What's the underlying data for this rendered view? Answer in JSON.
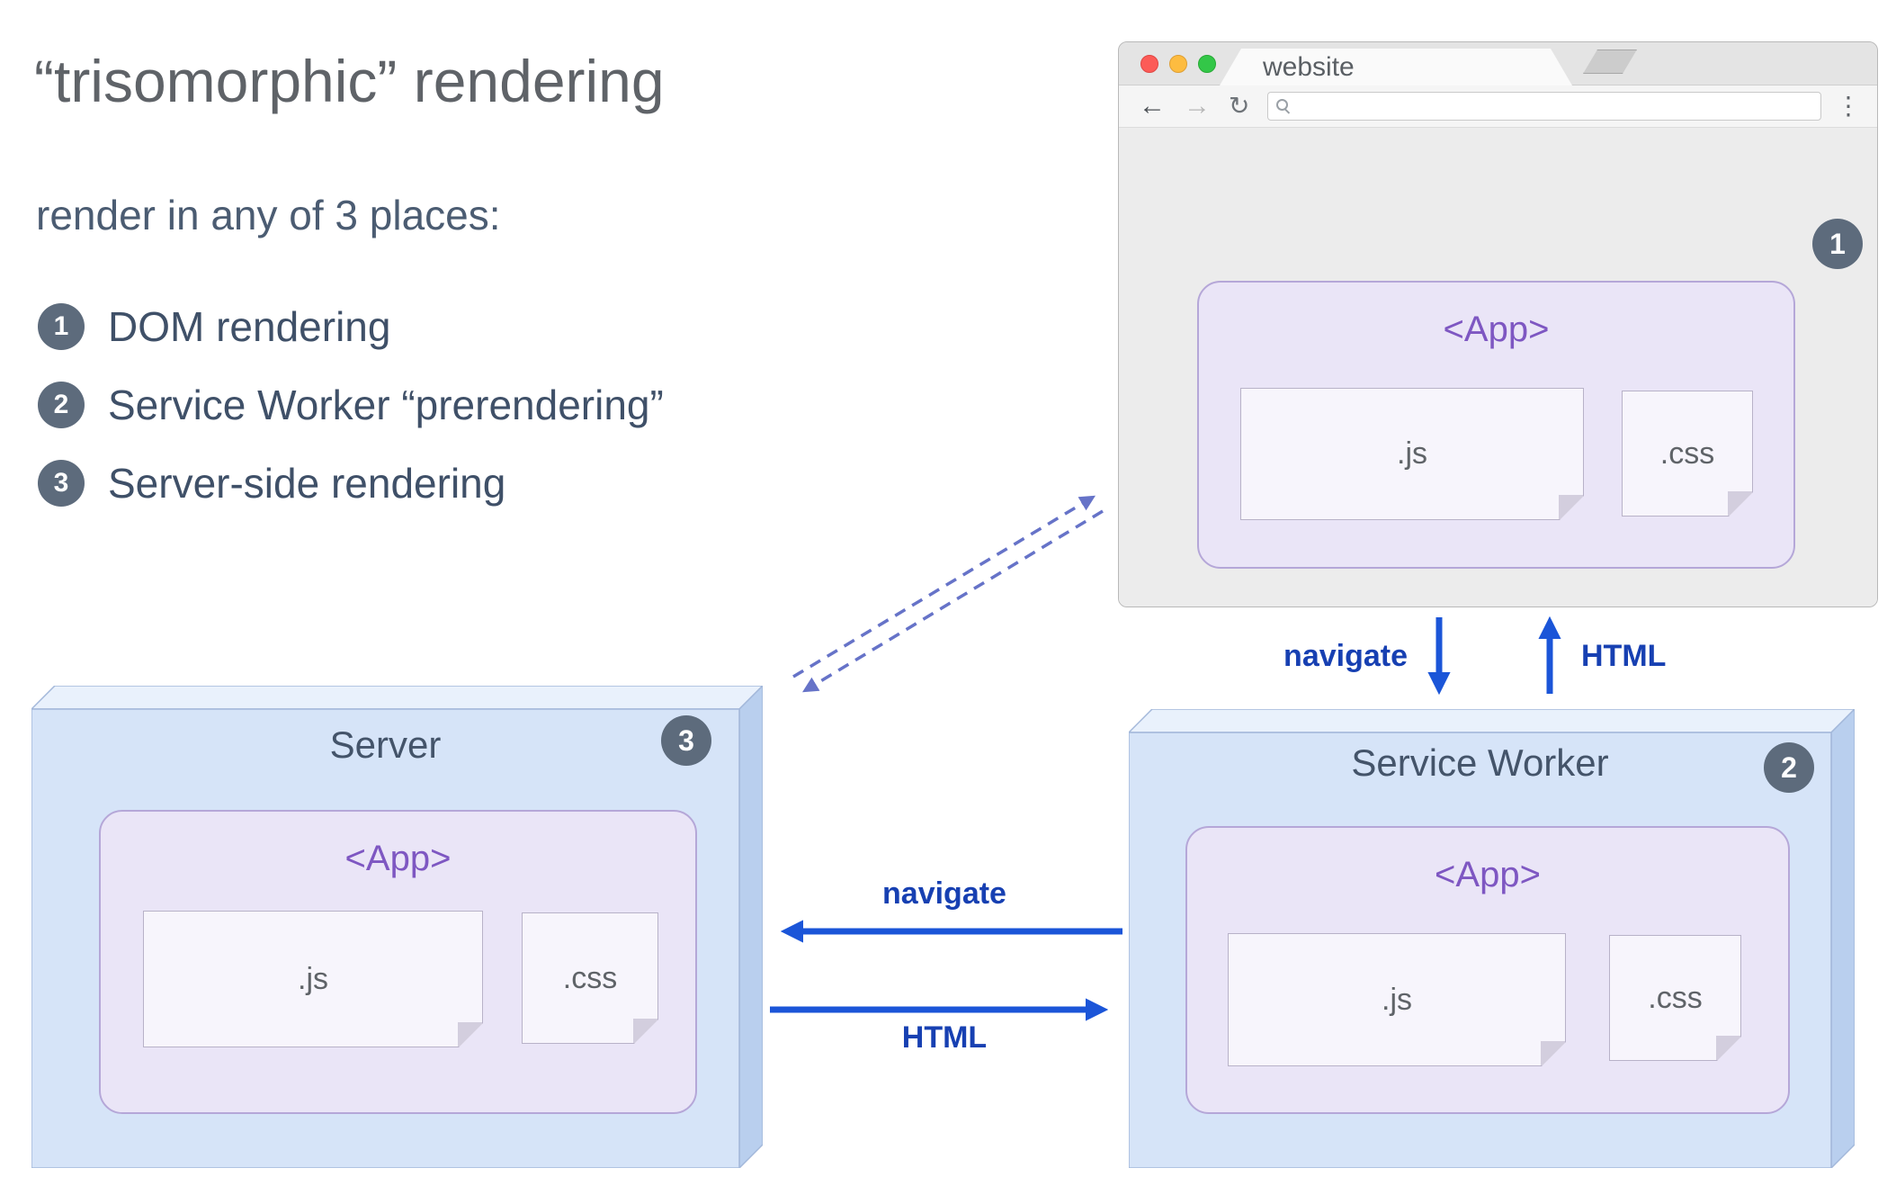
{
  "title": "“trisomorphic” rendering",
  "subtitle": "render in any of 3 places:",
  "legend": [
    {
      "num": "1",
      "label": "DOM rendering"
    },
    {
      "num": "2",
      "label": "Service Worker “prerendering”"
    },
    {
      "num": "3",
      "label": "Server-side rendering"
    }
  ],
  "icons": {
    "back": "←",
    "forward": "→",
    "reload": "↻",
    "menu": "⋮"
  },
  "browser": {
    "tab_title": "website",
    "url_value": "",
    "badge": "1",
    "app": {
      "label": "<App>",
      "js": ".js",
      "css": ".css"
    }
  },
  "server": {
    "title": "Server",
    "badge": "3",
    "app": {
      "label": "<App>",
      "js": ".js",
      "css": ".css"
    }
  },
  "service_worker": {
    "title": "Service Worker",
    "badge": "2",
    "app": {
      "label": "<App>",
      "js": ".js",
      "css": ".css"
    }
  },
  "arrows": {
    "browser_sw": {
      "navigate": "navigate",
      "html": "HTML"
    },
    "server_sw": {
      "navigate": "navigate",
      "html": "HTML"
    }
  },
  "colors": {
    "arrow_blue": "#1b55d8",
    "dashed_blue": "#6673c8",
    "label_blue": "#1740b2",
    "app_purple": "#7e57c2",
    "badge_slate": "#5d6b7c",
    "panel_blue": "#d6e4f8",
    "app_lavender": "#eae5f7"
  }
}
